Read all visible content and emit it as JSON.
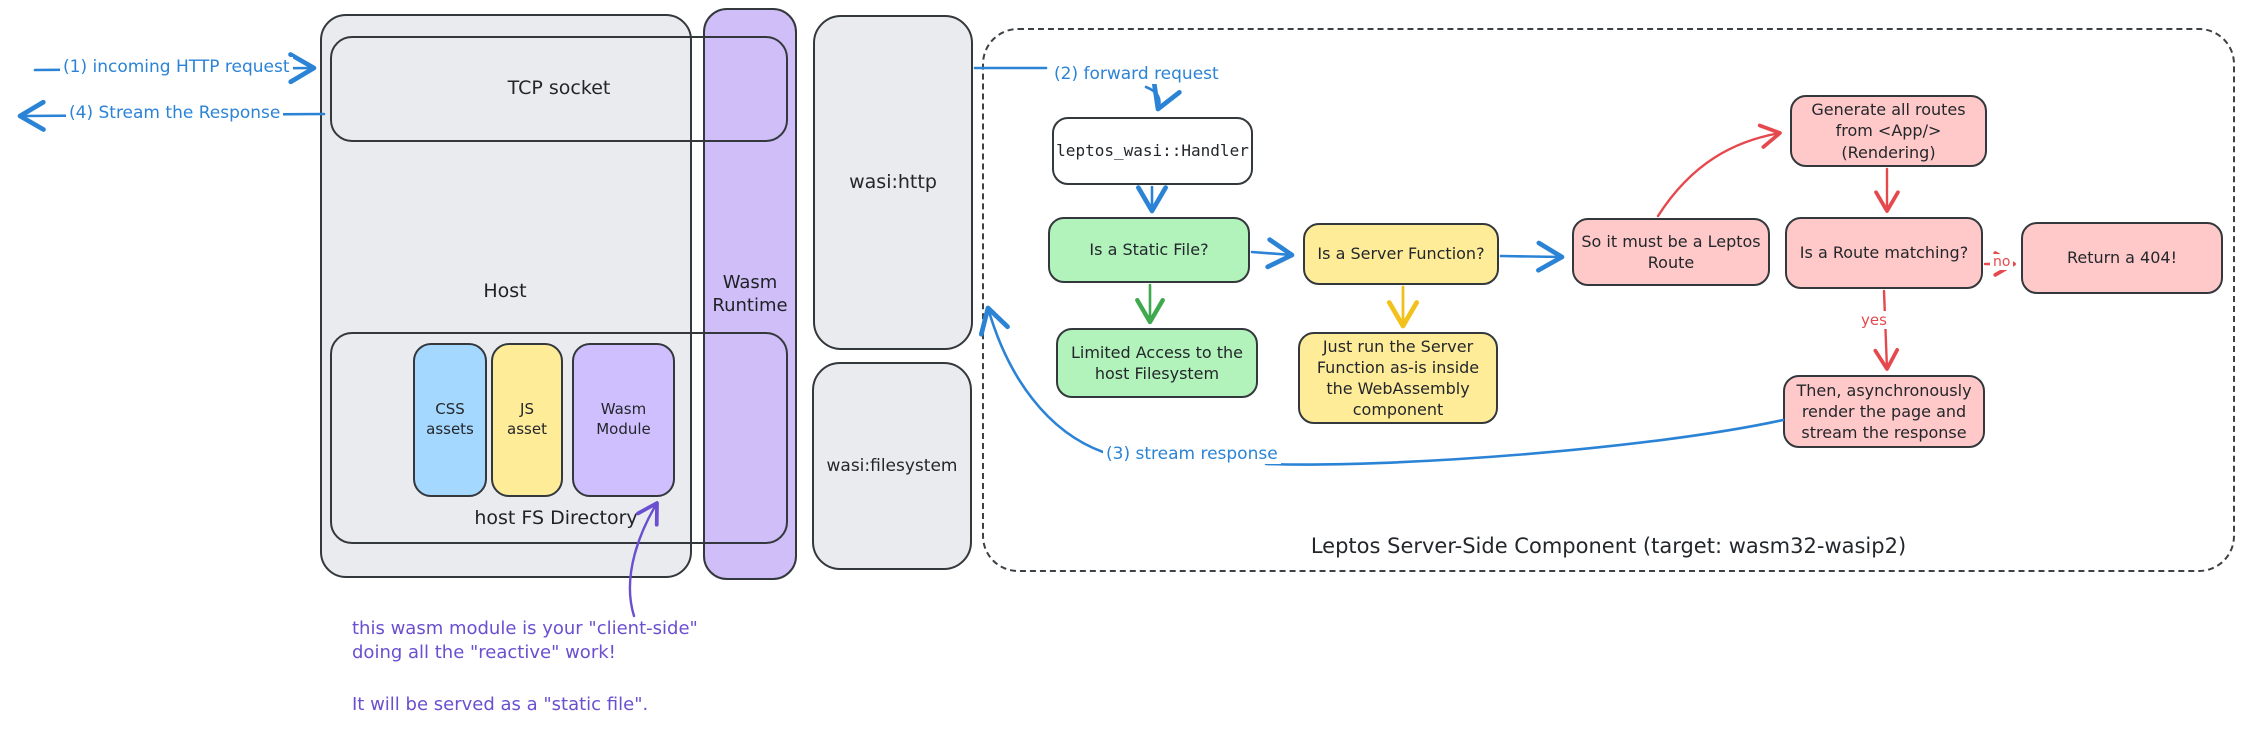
{
  "external": {
    "incoming_label": "(1) incoming HTTP request",
    "response_label": "(4) Stream the Response"
  },
  "host": {
    "title": "Host",
    "tcp_socket": "TCP socket",
    "fs_directory": "host FS Directory",
    "css_assets": "CSS\nassets",
    "js_asset": "JS\nasset",
    "wasm_module": "Wasm\nModule"
  },
  "wasm_runtime": "Wasm\nRuntime",
  "wasi_http": "wasi:http",
  "wasi_filesystem": "wasi:filesystem",
  "component": {
    "caption": "Leptos Server-Side Component (target: wasm32-wasip2)",
    "forward_label": "(2) forward request",
    "stream_label": "(3) stream response",
    "handler": "leptos_wasi::Handler",
    "static_file": "Is a Static File?",
    "limited_access": "Limited Access to the\nhost Filesystem",
    "server_function": "Is a Server Function?",
    "run_server_function": "Just run the Server\nFunction as-is inside\nthe WebAssembly\ncomponent",
    "leptos_route": "So it must be a Leptos\nRoute",
    "generate_routes": "Generate all routes\nfrom <App/>\n(Rendering)",
    "route_matching": "Is a Route matching?",
    "return_404": "Return a 404!",
    "then_render": "Then, asynchronously\nrender the page and\nstream the response",
    "yes_label": "yes",
    "no_label": "no"
  },
  "note": {
    "text1": "this wasm module is your \"client-side\"\ndoing all the \"reactive\" work!",
    "text2": "It will be served as a \"static file\"."
  },
  "colors": {
    "arrow_blue": "#2b83d6",
    "arrow_green": "#3fa94d",
    "arrow_yellow": "#f3c11b",
    "arrow_red": "#e5494d",
    "note_purple": "#6a4fd0",
    "fill_grey": "#e9ebee",
    "fill_green": "#b2f2bb",
    "fill_yellow": "#ffec99",
    "fill_pink": "#ffc9c9",
    "fill_blue": "#a5d8ff",
    "fill_purple": "#d0bfff",
    "stroke_dark": "#33383d"
  }
}
